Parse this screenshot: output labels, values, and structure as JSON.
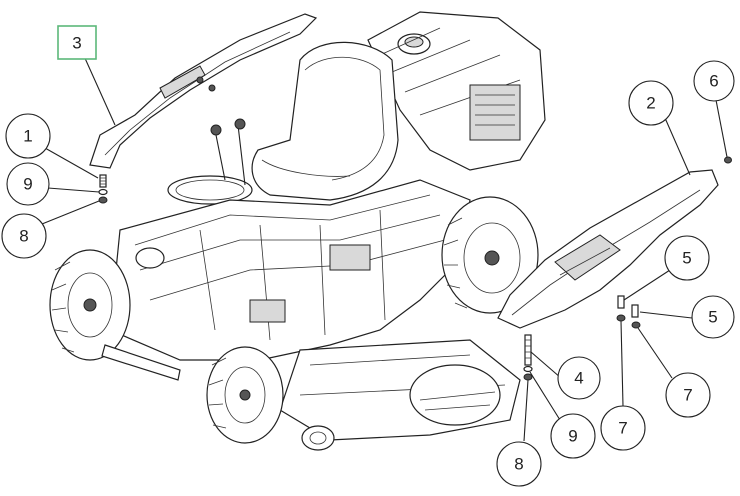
{
  "callouts": {
    "c1": "1",
    "c2": "2",
    "c3": "3",
    "c4": "4",
    "c5a": "5",
    "c5b": "5",
    "c6": "6",
    "c7a": "7",
    "c7b": "7",
    "c8a": "8",
    "c8b": "8",
    "c9a": "9",
    "c9b": "9"
  },
  "colors": {
    "highlight_box": "#5cb87a",
    "line": "#222222"
  }
}
